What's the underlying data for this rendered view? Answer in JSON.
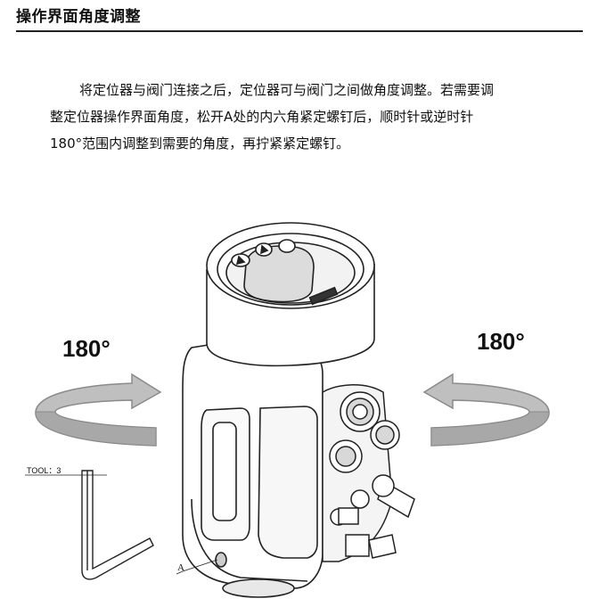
{
  "section": {
    "title": "操作界面角度调整"
  },
  "paragraph": {
    "line1": "将定位器与阀门连接之后，定位器可与阀门之间做角度调整。若需要调",
    "line2": "整定位器操作界面角度，松开A处的内六角紧定螺钉后，顺时针或逆时针",
    "line3": "180°范围内调整到需要的角度，再拧紧紧定螺钉。"
  },
  "figure": {
    "left_angle": "180°",
    "right_angle": "180°",
    "tool_label": "TOOL：3",
    "screw_label": "A",
    "icons": [
      "clockwise-arrow-icon",
      "counterclockwise-arrow-icon",
      "hex-key-icon"
    ],
    "arrow_fill": "#bfbfbf",
    "arrow_stroke": "#8a8a8a"
  }
}
